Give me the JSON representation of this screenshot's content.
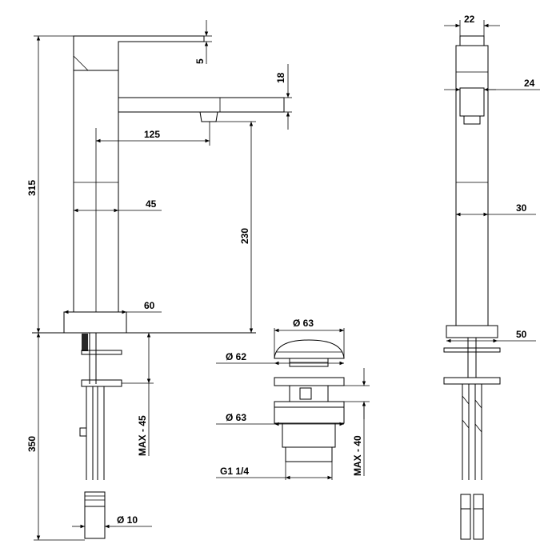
{
  "drawing": {
    "side_view": {
      "height_body": "315",
      "height_under": "350",
      "lever_thickness": "5",
      "spout_height": "18",
      "spout_reach": "125",
      "body_width": "45",
      "spout_clearance": "230",
      "base_width": "60",
      "max_counter": "MAX - 45",
      "hose_diameter": "Ø 10"
    },
    "drain_view": {
      "cap_diameter": "Ø 63",
      "flange_diameter": "Ø 62",
      "body_diameter": "Ø 63",
      "thread": "G1 1/4",
      "max_thickness": "MAX - 40"
    },
    "front_view": {
      "lever_width": "22",
      "spout_width": "24",
      "body_width": "30",
      "base_width": "50"
    }
  }
}
